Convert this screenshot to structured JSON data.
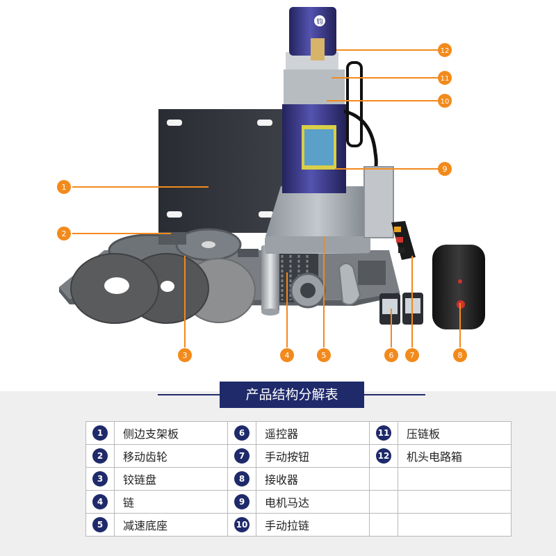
{
  "callouts": [
    {
      "n": "1"
    },
    {
      "n": "2"
    },
    {
      "n": "3"
    },
    {
      "n": "4"
    },
    {
      "n": "5"
    },
    {
      "n": "6"
    },
    {
      "n": "7"
    },
    {
      "n": "8"
    },
    {
      "n": "9"
    },
    {
      "n": "10"
    },
    {
      "n": "11"
    },
    {
      "n": "12"
    }
  ],
  "product_label": "钧",
  "table": {
    "title": "产品结构分解表",
    "rows": [
      [
        {
          "n": "1",
          "name": "侧边支架板"
        },
        {
          "n": "6",
          "name": "遥控器"
        },
        {
          "n": "11",
          "name": "压链板"
        }
      ],
      [
        {
          "n": "2",
          "name": "移动齿轮"
        },
        {
          "n": "7",
          "name": "手动按钮"
        },
        {
          "n": "12",
          "name": "机头电路箱"
        }
      ],
      [
        {
          "n": "3",
          "name": "铰链盘"
        },
        {
          "n": "8",
          "name": "接收器"
        },
        {
          "n": "",
          "name": ""
        }
      ],
      [
        {
          "n": "4",
          "name": "链"
        },
        {
          "n": "9",
          "name": "电机马达"
        },
        {
          "n": "",
          "name": ""
        }
      ],
      [
        {
          "n": "5",
          "name": "减速底座"
        },
        {
          "n": "10",
          "name": "手动拉链"
        },
        {
          "n": "",
          "name": ""
        }
      ]
    ]
  },
  "colors": {
    "accent": "#f28a1c",
    "navy": "#1f2a6b",
    "motor": "#3d3c8a"
  }
}
